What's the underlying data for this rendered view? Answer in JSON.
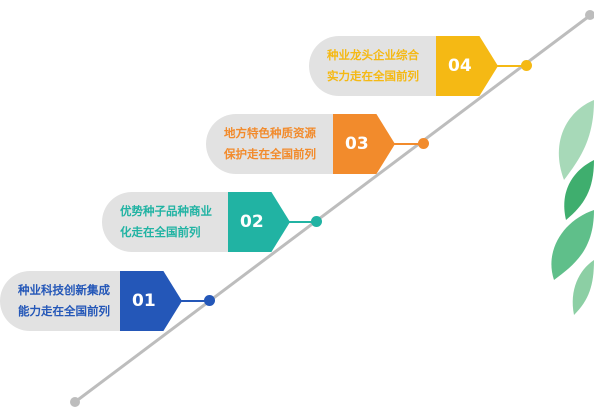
{
  "colors": {
    "step1": "#2457b8",
    "step2": "#21b3a3",
    "step3": "#f28b2c",
    "step4": "#f5b914",
    "line": "#bdbdbd",
    "leaf": "#3fae6e"
  },
  "steps": [
    {
      "number": "01",
      "line1": "种业科技创新集成",
      "line2": "能力走在全国前列"
    },
    {
      "number": "02",
      "line1": "优势种子品种商业",
      "line2": "化走在全国前列"
    },
    {
      "number": "03",
      "line1": "地方特色种质资源",
      "line2": "保护走在全国前列"
    },
    {
      "number": "04",
      "line1": "种业龙头企业综合",
      "line2": "实力走在全国前列"
    }
  ]
}
